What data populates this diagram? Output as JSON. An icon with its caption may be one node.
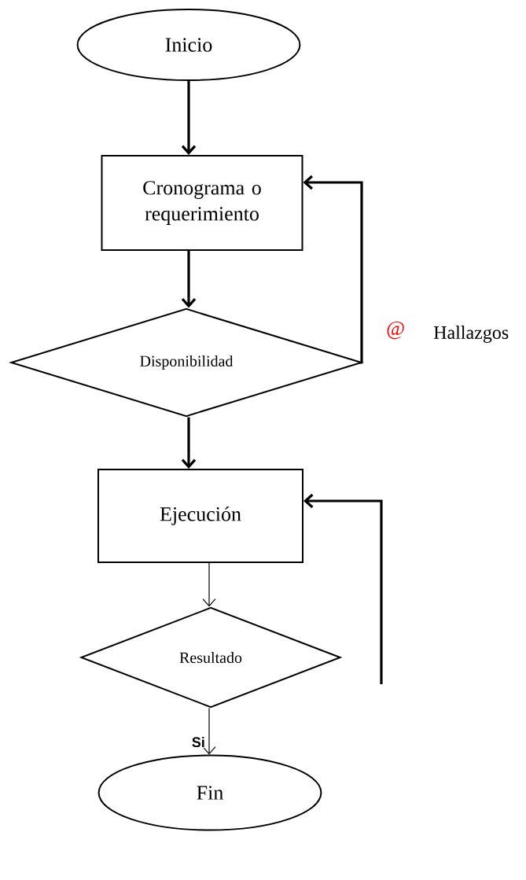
{
  "diagram": {
    "nodes": [
      {
        "text": [
          "Inicio"
        ]
      },
      {
        "text": [
          "Cronograma o requerimiento"
        ]
      },
      {
        "text": [
          "Disponibilidad"
        ]
      },
      {
        "text": [
          "Ejecución"
        ]
      },
      {
        "text": [
          "Resultado"
        ]
      },
      {
        "text": [
          "Fin"
        ]
      }
    ],
    "edges": [
      {
        "from": 0,
        "to": 1,
        "arrow": "to"
      },
      {
        "from": 1,
        "to": 2,
        "arrow": "to"
      },
      {
        "from": 2,
        "to": 3,
        "arrow": "to"
      },
      {
        "from": 2,
        "to": 1,
        "arrow": "to"
      },
      {
        "from": 3,
        "to": 4,
        "arrow": "to"
      },
      {
        "from": null,
        "to": 3,
        "arrow": "to"
      },
      {
        "from": 4,
        "to": 5,
        "arrow": "to",
        "label": "Si"
      }
    ],
    "labels": [
      "@",
      "Hallazgos"
    ]
  }
}
